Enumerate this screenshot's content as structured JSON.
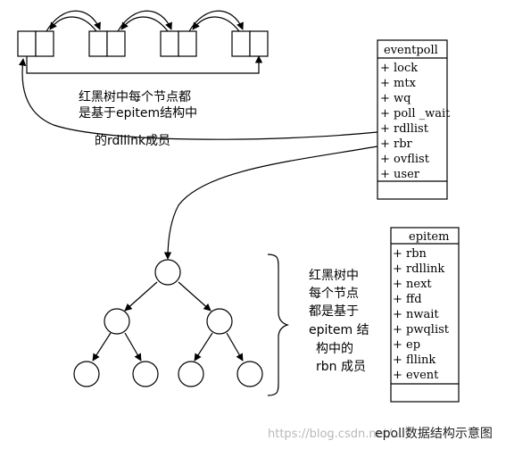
{
  "linked_list_caption": {
    "lines": [
      "红黑树中每个节点都",
      "是基于epitem结构中",
      "的rdllink成员"
    ]
  },
  "eventpoll": {
    "title": "eventpoll",
    "fields": [
      "+ lock",
      "+ mtx",
      "+ wq",
      "+ poll _wait",
      "+ rdllist",
      "+ rbr",
      "+ ovflist",
      "+ user"
    ]
  },
  "epitem": {
    "title": "epitem",
    "fields": [
      "+ rbn",
      "+ rdllink",
      "+ next",
      "+ ffd",
      "+ nwait",
      "+ pwqlist",
      "+ ep",
      "+ fllink",
      "+ event"
    ]
  },
  "tree_caption": {
    "lines": [
      "红黑树中",
      "每个节点",
      "都是基于",
      "epitem  结",
      "构中的",
      "rbn 成员"
    ]
  },
  "watermark": "https://blog.csdn.net/...",
  "figure_caption": "epoll数据结构示意图"
}
